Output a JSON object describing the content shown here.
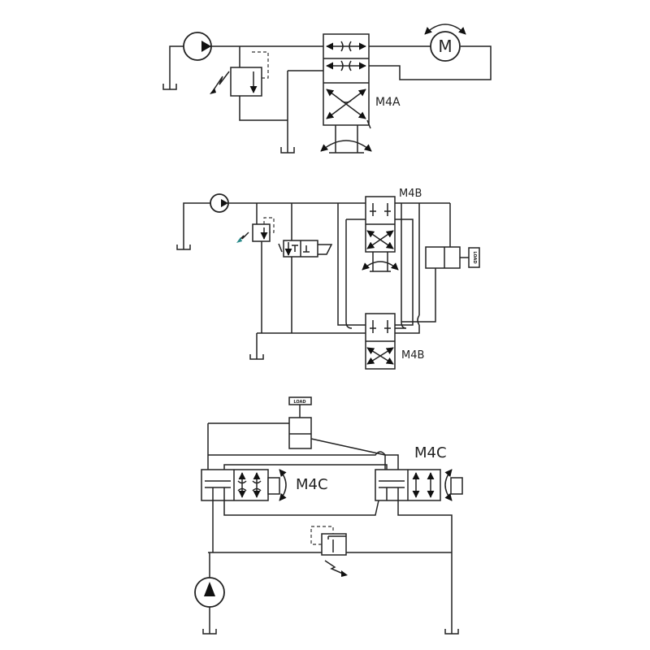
{
  "labels": {
    "m4a": "M4A",
    "m4b_top": "M4B",
    "m4b_bottom": "M4B",
    "m4c_left": "M4C",
    "m4c_right": "M4C",
    "motor": "M",
    "load_b": "LOAD",
    "load_c": "LOAD"
  },
  "colors": {
    "line": "#222222",
    "background": "#ffffff",
    "accent": "#2a8a8a"
  }
}
